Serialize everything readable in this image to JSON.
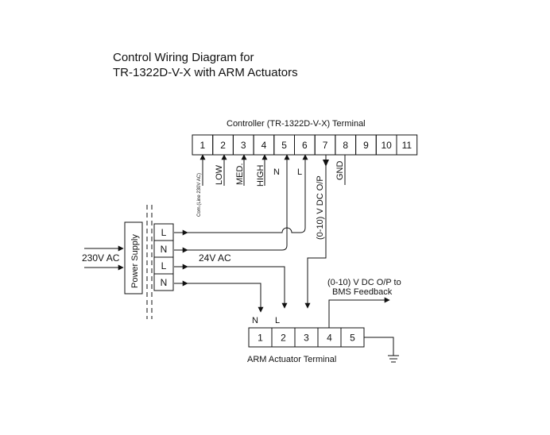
{
  "title": {
    "line1": "Control Wiring Diagram for",
    "line2": "TR-1322D-V-X with ARM Actuators"
  },
  "controller": {
    "label": "Controller (TR-1322D-V-X) Terminal",
    "terminals": [
      "1",
      "2",
      "3",
      "4",
      "5",
      "6",
      "7",
      "8",
      "9",
      "10",
      "11"
    ],
    "t1_label": "Com.(Line 230V AC)",
    "t2_label": "LOW",
    "t3_label": "MED.",
    "t4_label": "HIGH",
    "t5_label": "N",
    "t6_label": "L",
    "t7_label": "(0-10) V DC O/P",
    "t8_label": "GND"
  },
  "power_supply": {
    "label": "Power Supply",
    "input_label": "230V AC",
    "output_label": "24V AC",
    "terms": [
      "L",
      "N",
      "L",
      "N"
    ]
  },
  "actuator": {
    "label": "ARM Actuator Terminal",
    "terminals": [
      "1",
      "2",
      "3",
      "4",
      "5"
    ],
    "t1_label": "N",
    "t2_label": "L",
    "feedback_line1": "(0-10) V DC O/P to",
    "feedback_line2": "BMS Feedback"
  }
}
